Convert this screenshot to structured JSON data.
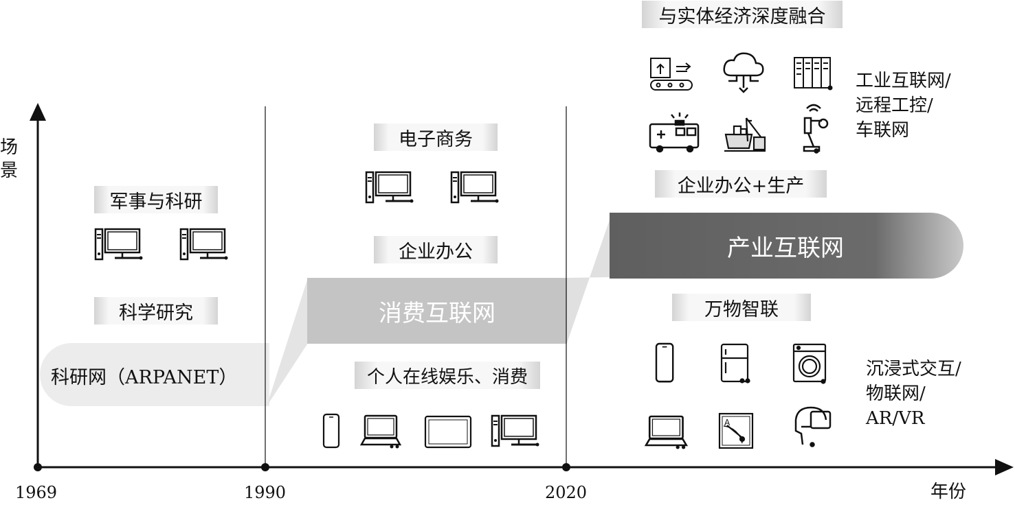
{
  "axis": {
    "y_label_line1": "场",
    "y_label_line2": "景",
    "x_label": "年份",
    "years": [
      "1969",
      "1990",
      "2020"
    ]
  },
  "stage1": {
    "band": "科研网（ARPANET）",
    "labels": [
      "军事与科研",
      "科学研究"
    ]
  },
  "stage2": {
    "band": "消费互联网",
    "labels": [
      "电子商务",
      "企业办公",
      "个人在线娱乐、消费"
    ]
  },
  "stage3": {
    "band": "产业互联网",
    "labels": [
      "与实体经济深度融合",
      "企业办公+生产",
      "万物智联"
    ],
    "side_top": [
      "工业互联网/",
      "远程工控/",
      "车联网"
    ],
    "side_bottom": [
      "沉浸式交互/",
      "物联网/",
      "AR/VR"
    ]
  },
  "colors": {
    "band_light": "#ececec",
    "band_mid": "#c4c4c4",
    "band_dark": "#6e6e6e"
  }
}
